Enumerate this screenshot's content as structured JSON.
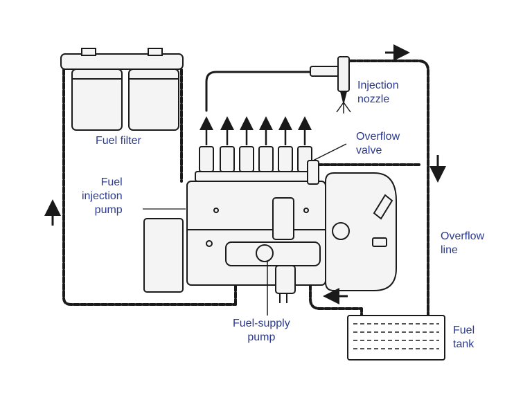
{
  "labels": {
    "fuel_filter": "Fuel filter",
    "fuel_injection_pump": [
      "Fuel",
      "injection",
      "pump"
    ],
    "injection_nozzle": [
      "Injection",
      "nozzle"
    ],
    "overflow_valve": [
      "Overflow",
      "valve"
    ],
    "overflow_line": [
      "Overflow",
      "line"
    ],
    "fuel_supply_pump": [
      "Fuel-supply",
      "pump"
    ],
    "fuel_tank": [
      "Fuel",
      "tank"
    ]
  },
  "colors": {
    "label_text": "#2b3a8f",
    "line": "#1a1a1a",
    "component_fill": "#f4f4f4"
  }
}
